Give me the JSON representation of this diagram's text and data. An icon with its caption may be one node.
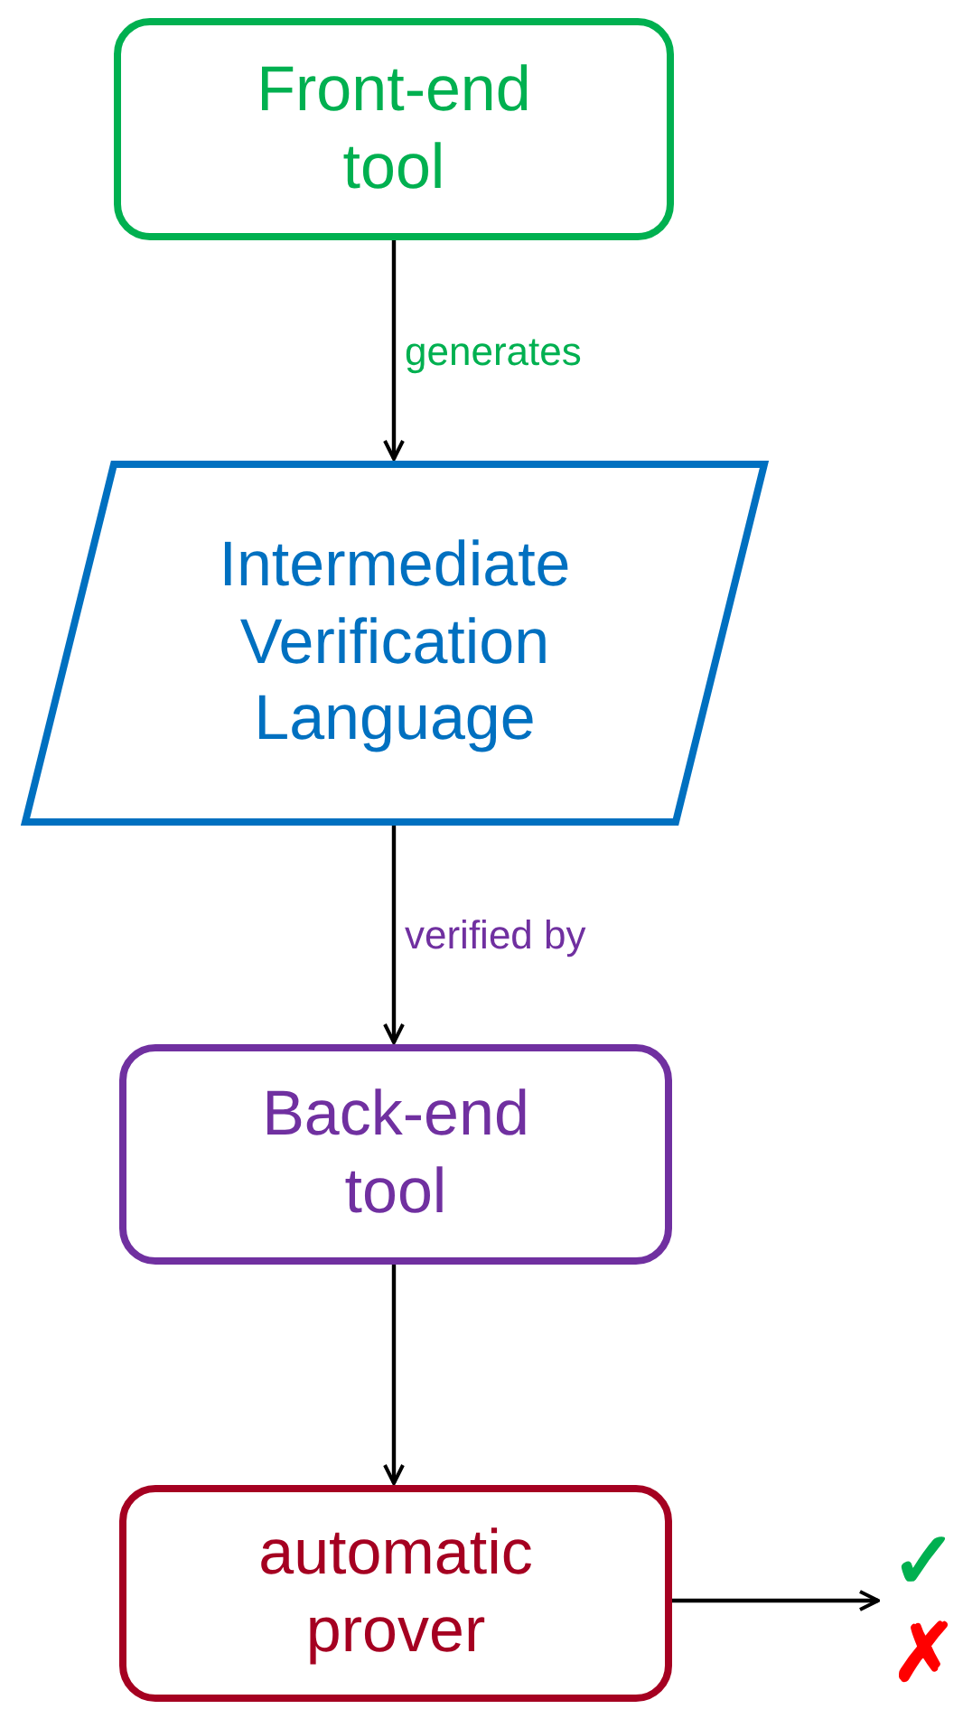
{
  "diagram": {
    "nodes": [
      {
        "text": [
          "Front-end tool"
        ]
      },
      {
        "text": [
          "Intermediate Verification Language"
        ]
      },
      {
        "text": [
          "Back-end tool"
        ]
      },
      {
        "text": [
          "automatic prover"
        ]
      },
      {
        "text": [
          "✓",
          "✗"
        ]
      }
    ],
    "edges": [
      {
        "from": 0,
        "to": 1,
        "arrow": "to",
        "label": "generates"
      },
      {
        "from": 1,
        "to": 2,
        "arrow": "to",
        "label": "verified by"
      },
      {
        "from": 2,
        "to": 3,
        "arrow": "to"
      },
      {
        "from": 3,
        "to": 4,
        "arrow": "to"
      }
    ]
  }
}
